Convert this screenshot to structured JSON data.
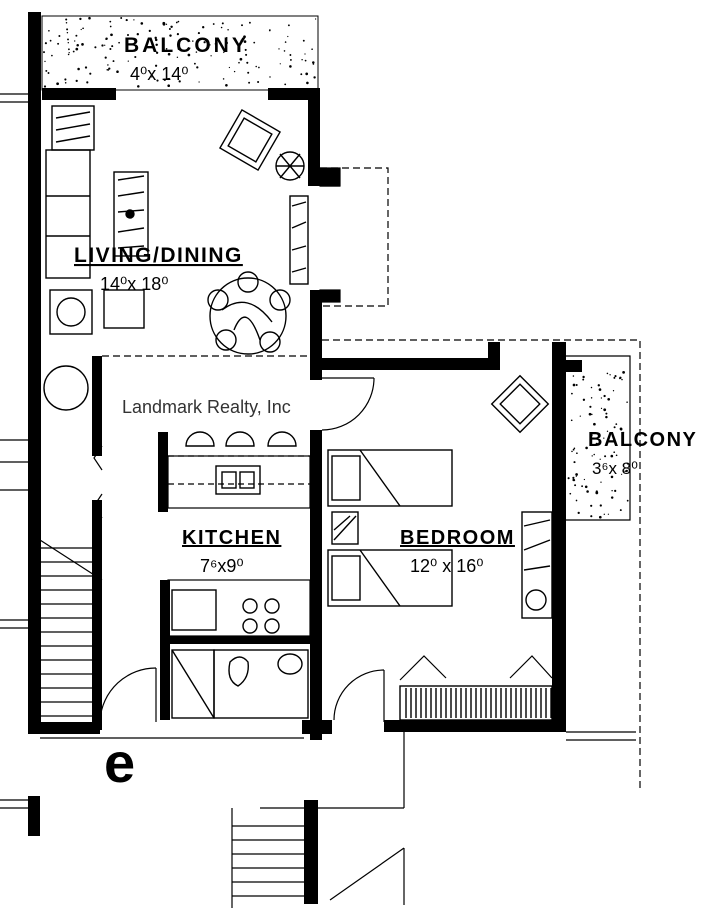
{
  "watermark": "Landmark Realty, Inc",
  "plan_letter": "e",
  "rooms": {
    "balcony_top": {
      "name": "BALCONY",
      "size": "4⁰x 14⁰"
    },
    "living": {
      "name": "LIVING/DINING",
      "size": "14⁰x 18⁰"
    },
    "kitchen": {
      "name": "KITCHEN",
      "size": "7⁶x9⁰"
    },
    "bedroom": {
      "name": "BEDROOM",
      "size": "12⁰ x 16⁰"
    },
    "balcony_right": {
      "name": "BALCONY",
      "size": "3⁶x 8⁰"
    }
  },
  "colors": {
    "ink": "#000000",
    "paper": "#ffffff"
  }
}
